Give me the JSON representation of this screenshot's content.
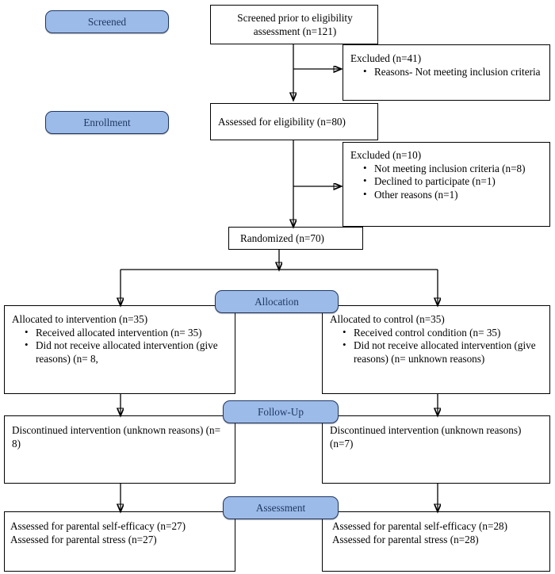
{
  "diagram": {
    "title": "CONSORT participant flow diagram",
    "accent_color": "#9DBBE8",
    "accent_border_color": "#203864",
    "accent_text_color": "#1F3864",
    "line_color": "#000000",
    "background": "#ffffff"
  },
  "stages": [
    {
      "id": "screened",
      "label": "Screened"
    },
    {
      "id": "enrollment",
      "label": "Enrollment"
    },
    {
      "id": "allocation",
      "label": "Allocation"
    },
    {
      "id": "followup",
      "label": "Follow-Up"
    },
    {
      "id": "assessment",
      "label": "Assessment"
    }
  ],
  "nodes": {
    "screened_box": {
      "head": "Screened prior to eligibility\nassessment (n=121)",
      "n": 121
    },
    "excluded_1": {
      "head": "Excluded  (n=41)",
      "n": 41,
      "bullets": [
        "Reasons- Not meeting inclusion criteria"
      ]
    },
    "assessed_eligibility": {
      "head": "Assessed for eligibility (n=80)",
      "n": 80
    },
    "excluded_2": {
      "head": "Excluded  (n=10)",
      "n": 10,
      "bullets": [
        "Not meeting inclusion criteria (n=8)",
        "Declined to participate (n=1)",
        "Other reasons (n=1)"
      ]
    },
    "randomized": {
      "head": "Randomized (n=70)",
      "n": 70
    },
    "alloc_intervention": {
      "head": "Allocated to intervention (n=35)",
      "n": 35,
      "bullets": [
        "Received allocated intervention (n= 35)",
        "Did not receive allocated intervention (give reasons) (n= 8,"
      ]
    },
    "alloc_control": {
      "head": "Allocated to control (n=35)",
      "n": 35,
      "bullets": [
        "Received control condition (n= 35)",
        "Did not receive allocated intervention (give reasons) (n= unknown reasons)"
      ]
    },
    "followup_left": {
      "head": "Discontinued intervention (unknown reasons) (n= 8)",
      "n": 8
    },
    "followup_right": {
      "head": "Discontinued intervention (unknown reasons) (n=7)",
      "n": 7
    },
    "assessment_left": {
      "line1": "Assessed for parental self-efficacy (n=27)",
      "line2": "Assessed for parental stress (n=27)",
      "n": 27
    },
    "assessment_right": {
      "line1": "Assessed for parental self-efficacy (n=28)",
      "line2": "Assessed for parental stress (n=28)",
      "n": 28
    }
  },
  "flow_data": {
    "type": "flowchart",
    "screened": 121,
    "excluded_before_eligibility": 41,
    "assessed_for_eligibility": 80,
    "excluded_after_eligibility": 10,
    "randomized": 70,
    "allocated_intervention": 35,
    "allocated_control": 35,
    "discontinued_intervention": 8,
    "discontinued_control": 7,
    "analysed_intervention": 27,
    "analysed_control": 28
  }
}
